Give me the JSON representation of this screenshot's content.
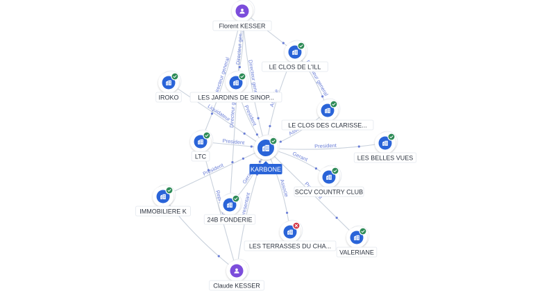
{
  "colors": {
    "company": "#2a64d8",
    "person": "#7c4ddb",
    "active": "#2e8b57",
    "closed": "#d43a4a",
    "edge": "#c9d1dc",
    "edge_label": "#6b7fd7",
    "center_label_bg": "#2a64d8"
  },
  "center": {
    "name": "KARBONE",
    "status": "active",
    "icon": "building-icon"
  },
  "nodes": [
    {
      "id": "florent",
      "name": "Florent KESSER",
      "kind": "person",
      "icon": "person-icon"
    },
    {
      "id": "clos-lill",
      "name": "LE CLOS DE L'ILL",
      "kind": "company",
      "status": "active",
      "icon": "building-icon"
    },
    {
      "id": "iroko",
      "name": "IROKO",
      "kind": "company",
      "status": "active",
      "icon": "building-icon"
    },
    {
      "id": "jardins",
      "name": "LES JARDINS DE SINOP...",
      "kind": "company",
      "status": "active",
      "icon": "building-icon"
    },
    {
      "id": "clarisse",
      "name": "LE CLOS DES CLARISSE...",
      "kind": "company",
      "status": "active",
      "icon": "building-icon"
    },
    {
      "id": "ltc",
      "name": "LTC",
      "kind": "company",
      "status": "active",
      "icon": "building-icon"
    },
    {
      "id": "belles",
      "name": "LES BELLES VUES",
      "kind": "company",
      "status": "active",
      "icon": "building-icon"
    },
    {
      "id": "sccv",
      "name": "SCCV COUNTRY CLUB",
      "kind": "company",
      "status": "active",
      "icon": "building-icon"
    },
    {
      "id": "immo",
      "name": "IMMOBILIERE K",
      "kind": "company",
      "status": "active",
      "icon": "building-icon"
    },
    {
      "id": "fonderie",
      "name": "24B FONDERIE",
      "kind": "company",
      "status": "active",
      "icon": "building-icon"
    },
    {
      "id": "terrasses",
      "name": "LES TERRASSES DU CHA...",
      "kind": "company",
      "status": "closed",
      "icon": "building-icon"
    },
    {
      "id": "valeriane",
      "name": "VALERIANE",
      "kind": "company",
      "status": "active",
      "icon": "building-icon"
    },
    {
      "id": "claude",
      "name": "Claude KESSER",
      "kind": "person",
      "icon": "person-icon"
    }
  ],
  "edges": [
    {
      "from": "florent",
      "to": "ltc",
      "label": "Directeur general"
    },
    {
      "from": "florent",
      "to": "fonderie",
      "label": "Directeur general"
    },
    {
      "from": "florent",
      "to": "karbone",
      "label": "Directeur general"
    },
    {
      "from": "florent",
      "to": "jardins",
      "label": "Directeur gen..."
    },
    {
      "from": "florent",
      "to": "clos-lill",
      "label": ""
    },
    {
      "from": "clos-lill",
      "to": "karbone",
      "label": "Associe"
    },
    {
      "from": "clos-lill",
      "to": "clarisse",
      "label": "Directeur general"
    },
    {
      "from": "iroko",
      "to": "karbone",
      "label": "Liquidateur"
    },
    {
      "from": "jardins",
      "to": "karbone",
      "label": "President"
    },
    {
      "from": "clarisse",
      "to": "karbone",
      "label": "Associe"
    },
    {
      "from": "ltc",
      "to": "karbone",
      "label": "President"
    },
    {
      "from": "karbone",
      "to": "belles",
      "label": "President"
    },
    {
      "from": "karbone",
      "to": "sccv",
      "label": "Gerant"
    },
    {
      "from": "immo",
      "to": "karbone",
      "label": "President"
    },
    {
      "from": "fonderie",
      "to": "karbone",
      "label": "Gerant"
    },
    {
      "from": "karbone",
      "to": "terrasses",
      "label": "Associe"
    },
    {
      "from": "karbone",
      "to": "valeriane",
      "label": "President"
    },
    {
      "from": "immo",
      "to": "claude",
      "label": ""
    },
    {
      "from": "claude",
      "to": "karbone",
      "label": "Representant"
    },
    {
      "from": "claude",
      "to": "ltc",
      "label": "Representant"
    }
  ]
}
